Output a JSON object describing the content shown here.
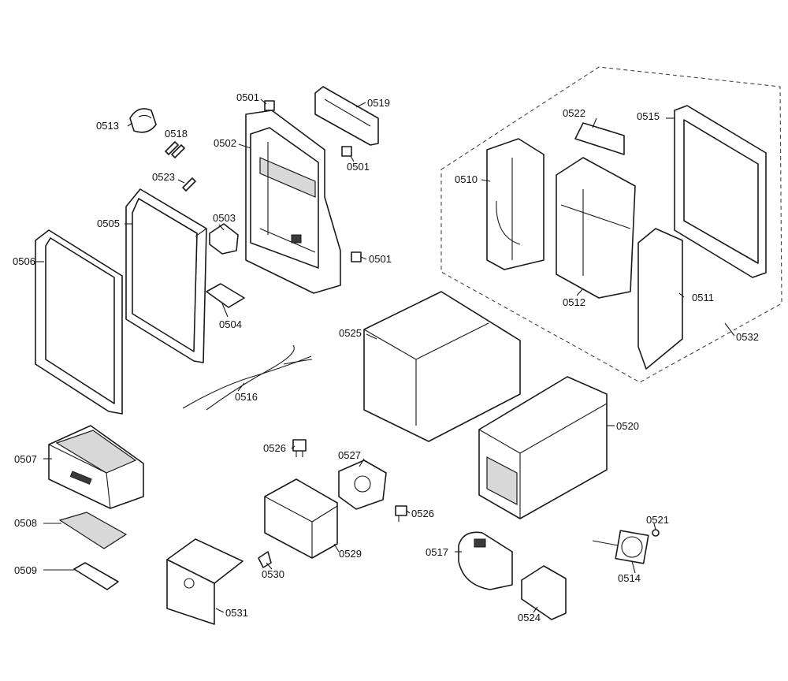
{
  "callouts": {
    "p0501a": "0501",
    "p0501b": "0501",
    "p0501c": "0501",
    "p0502": "0502",
    "p0503": "0503",
    "p0504": "0504",
    "p0505": "0505",
    "p0506": "0506",
    "p0507": "0507",
    "p0508": "0508",
    "p0509": "0509",
    "p0510": "0510",
    "p0511": "0511",
    "p0512": "0512",
    "p0513": "0513",
    "p0514": "0514",
    "p0515": "0515",
    "p0516": "0516",
    "p0517": "0517",
    "p0518": "0518",
    "p0519": "0519",
    "p0520": "0520",
    "p0521": "0521",
    "p0522": "0522",
    "p0523": "0523",
    "p0524": "0524",
    "p0525": "0525",
    "p0526a": "0526",
    "p0526b": "0526",
    "p0527": "0527",
    "p0529": "0529",
    "p0530": "0530",
    "p0531": "0531",
    "p0532": "0532"
  }
}
